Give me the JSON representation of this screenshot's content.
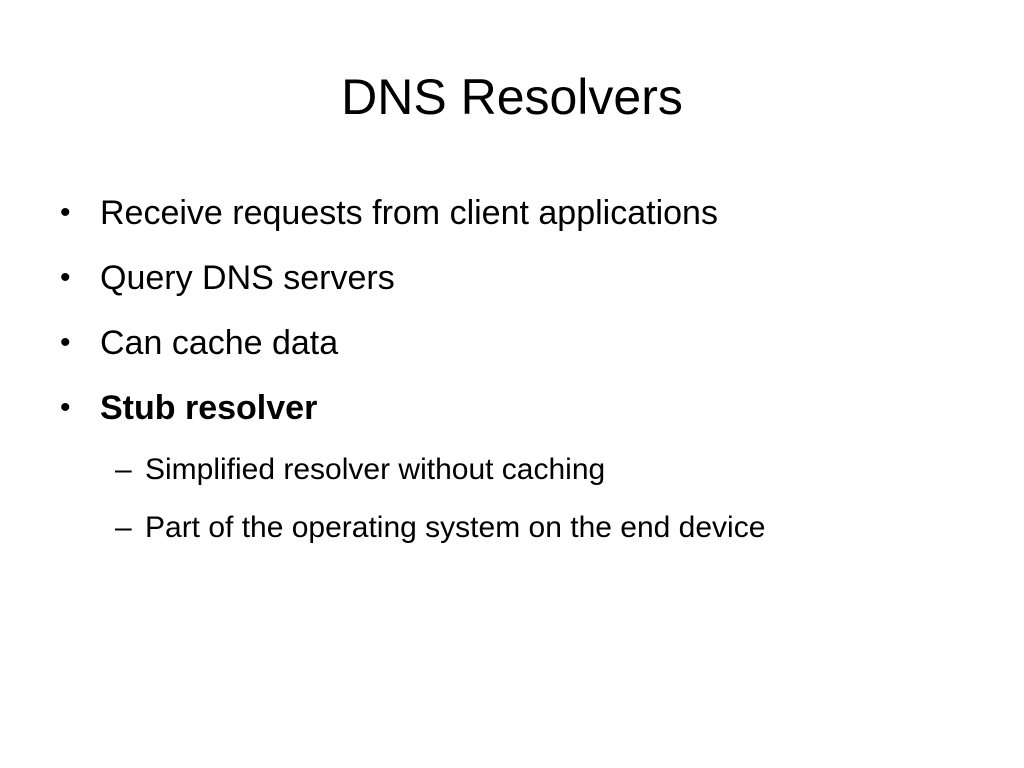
{
  "slide": {
    "title": "DNS Resolvers",
    "bullets": [
      {
        "marker": "•",
        "text": "Receive requests from client applications"
      },
      {
        "marker": "•",
        "text": "Query DNS servers"
      },
      {
        "marker": "•",
        "text": "Can cache data"
      },
      {
        "marker": "•",
        "text": "Stub resolver"
      }
    ],
    "sub_bullets": [
      {
        "marker": "–",
        "text": "Simplified resolver without caching"
      },
      {
        "marker": "–",
        "text": "Part of the operating system on the end device"
      }
    ]
  }
}
